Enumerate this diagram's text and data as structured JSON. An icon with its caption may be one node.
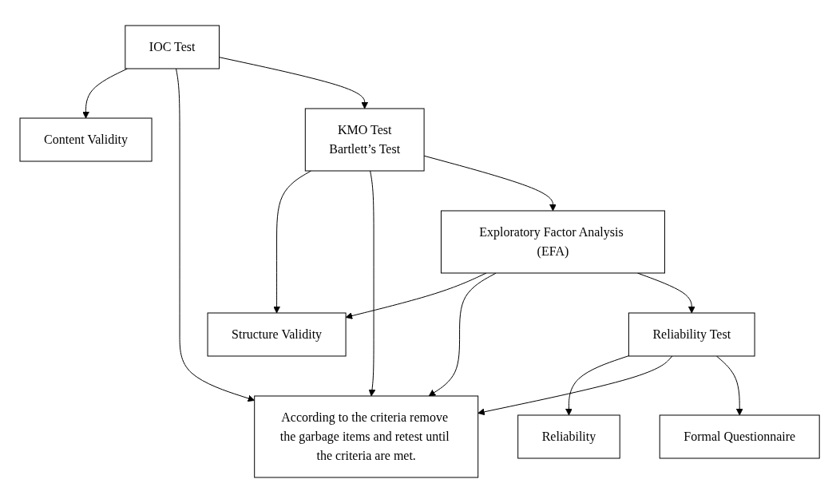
{
  "diagram": {
    "nodes": [
      {
        "text": [
          "Content Validity"
        ]
      },
      {
        "text": [
          "IOC Test"
        ]
      },
      {
        "text": [
          "According to the criteria remove the garbage items and retest until the criteria are met."
        ]
      },
      {
        "text": [
          "KMO Test",
          "Bartlett’s Test"
        ]
      },
      {
        "text": [
          "Structure Validity"
        ]
      },
      {
        "text": [
          "Exploratory Factor Analysis (EFA)"
        ]
      },
      {
        "text": [
          "Reliability"
        ]
      },
      {
        "text": [
          "Reliability Test"
        ]
      },
      {
        "text": [
          "Formal Questionnaire"
        ]
      }
    ],
    "edges": [
      {
        "from": 1,
        "to": 0,
        "arrow": "to"
      },
      {
        "from": 1,
        "to": 2,
        "arrow": "to"
      },
      {
        "from": 1,
        "to": 3,
        "arrow": "to"
      },
      {
        "from": 3,
        "to": 4,
        "arrow": "to"
      },
      {
        "from": 3,
        "to": 2,
        "arrow": "to"
      },
      {
        "from": 3,
        "to": 5,
        "arrow": "to"
      },
      {
        "from": 5,
        "to": 4,
        "arrow": "to"
      },
      {
        "from": 5,
        "to": 2,
        "arrow": "to"
      },
      {
        "from": 5,
        "to": 7,
        "arrow": "to"
      },
      {
        "from": 7,
        "to": 6,
        "arrow": "to"
      },
      {
        "from": 7,
        "to": 2,
        "arrow": "to"
      },
      {
        "from": 7,
        "to": 8,
        "arrow": "to"
      }
    ]
  }
}
